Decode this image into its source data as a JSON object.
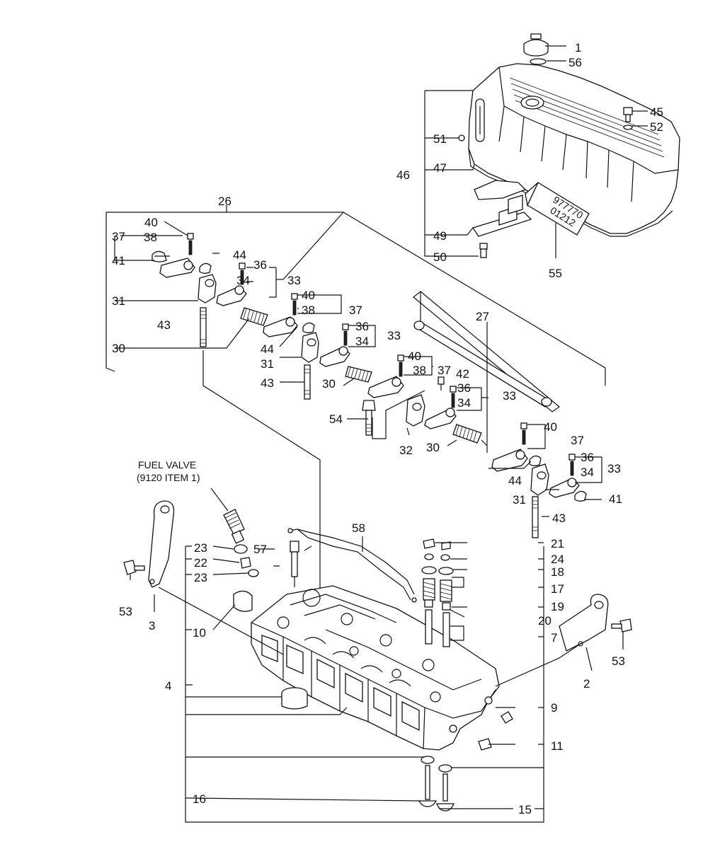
{
  "diagram": {
    "fuel_valve_note": {
      "line1": "FUEL VALVE",
      "line2": "(9120 ITEM 1)"
    },
    "tube_label": {
      "line1": "977770",
      "line2": "01212"
    },
    "callouts": [
      "1",
      "56",
      "45",
      "52",
      "51",
      "47",
      "46",
      "49",
      "50",
      "55",
      "26",
      "40",
      "37",
      "38",
      "41",
      "44",
      "36",
      "34",
      "33",
      "31",
      "43",
      "30",
      "40",
      "38",
      "37",
      "36",
      "34",
      "33",
      "44",
      "31",
      "43",
      "30",
      "40",
      "38",
      "37",
      "42",
      "36",
      "34",
      "33",
      "27",
      "54",
      "32",
      "30",
      "40",
      "37",
      "44",
      "36",
      "34",
      "33",
      "31",
      "41",
      "43",
      "58",
      "57",
      "23",
      "22",
      "23",
      "53",
      "3",
      "10",
      "4",
      "21",
      "24",
      "18",
      "17",
      "19",
      "20",
      "7",
      "53",
      "2",
      "9",
      "11",
      "16",
      "15"
    ]
  }
}
